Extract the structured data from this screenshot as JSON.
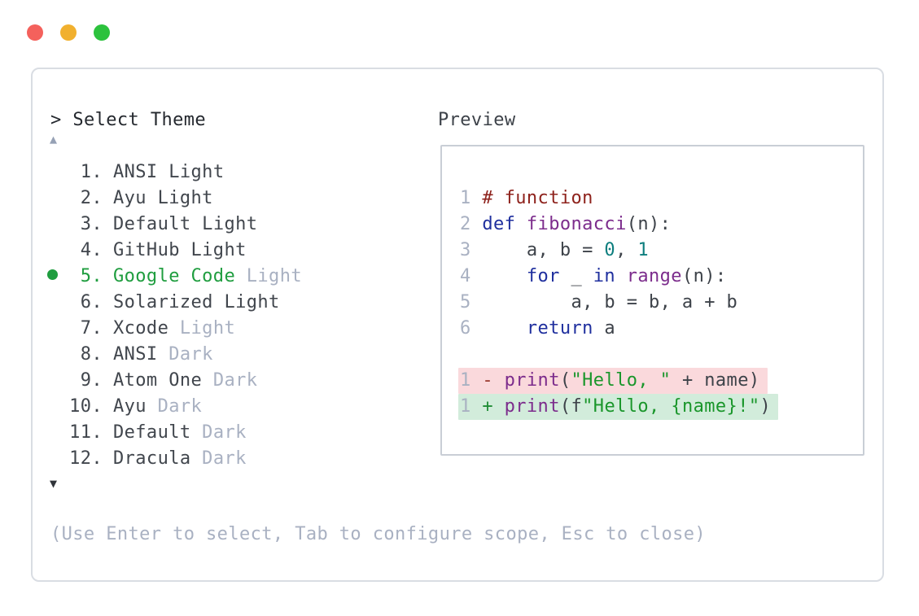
{
  "colors": {
    "traffic_red": "#f4615c",
    "traffic_yellow": "#f1b02e",
    "traffic_green": "#2cc23d",
    "panel_border": "#d9dde3",
    "preview_border": "#c9ced6",
    "prompt_text": "#24282e",
    "item_text": "#41464d",
    "dim_text": "#a9b1c2",
    "selected_green": "#1f9d3f",
    "scroll_up": "#96a1b5",
    "scroll_down": "#30343a",
    "code_plain": "#3d4249",
    "code_comment": "#8e221c",
    "code_keyword": "#1f2f9e",
    "code_function": "#7c2c8c",
    "code_literal": "#0d7e7e",
    "code_string": "#1a962b",
    "line_number": "#a9b1c2",
    "del_mark": "#9b3a2e",
    "add_mark": "#1f8c35",
    "diff_del_bg": "#fad9dc",
    "diff_add_bg": "#d2ecdb"
  },
  "window": {
    "traffic_lights": [
      "close",
      "minimize",
      "maximize"
    ]
  },
  "prompt": {
    "caret": ">",
    "label": "Select Theme"
  },
  "theme_list": {
    "scroll_up_icon": "▲",
    "scroll_down_icon": "▼",
    "items": [
      {
        "num": "1.",
        "name": "ANSI",
        "suffix": "Light",
        "suffix_dim": false,
        "selected": false
      },
      {
        "num": "2.",
        "name": "Ayu",
        "suffix": "Light",
        "suffix_dim": false,
        "selected": false
      },
      {
        "num": "3.",
        "name": "Default",
        "suffix": "Light",
        "suffix_dim": false,
        "selected": false
      },
      {
        "num": "4.",
        "name": "GitHub",
        "suffix": "Light",
        "suffix_dim": false,
        "selected": false
      },
      {
        "num": "5.",
        "name": "Google Code",
        "suffix": "Light",
        "suffix_dim": true,
        "selected": true
      },
      {
        "num": "6.",
        "name": "Solarized",
        "suffix": "Light",
        "suffix_dim": false,
        "selected": false
      },
      {
        "num": "7.",
        "name": "Xcode",
        "suffix": "Light",
        "suffix_dim": true,
        "selected": false
      },
      {
        "num": "8.",
        "name": "ANSI",
        "suffix": "Dark",
        "suffix_dim": true,
        "selected": false
      },
      {
        "num": "9.",
        "name": "Atom One",
        "suffix": "Dark",
        "suffix_dim": true,
        "selected": false
      },
      {
        "num": "10.",
        "name": "Ayu",
        "suffix": "Dark",
        "suffix_dim": true,
        "selected": false
      },
      {
        "num": "11.",
        "name": "Default",
        "suffix": "Dark",
        "suffix_dim": true,
        "selected": false
      },
      {
        "num": "12.",
        "name": "Dracula",
        "suffix": "Dark",
        "suffix_dim": true,
        "selected": false
      }
    ]
  },
  "preview": {
    "title": "Preview",
    "code_lines": [
      {
        "bg": "none",
        "tokens": [
          [
            "num",
            "1"
          ],
          [
            "plain",
            " "
          ],
          [
            "comment",
            "# function"
          ]
        ]
      },
      {
        "bg": "none",
        "tokens": [
          [
            "num",
            "2"
          ],
          [
            "plain",
            " "
          ],
          [
            "keyword",
            "def"
          ],
          [
            "plain",
            " "
          ],
          [
            "function",
            "fibonacci"
          ],
          [
            "plain",
            "(n):"
          ]
        ]
      },
      {
        "bg": "none",
        "tokens": [
          [
            "num",
            "3"
          ],
          [
            "plain",
            "     a, b = "
          ],
          [
            "literal",
            "0"
          ],
          [
            "plain",
            ", "
          ],
          [
            "literal",
            "1"
          ]
        ]
      },
      {
        "bg": "none",
        "tokens": [
          [
            "num",
            "4"
          ],
          [
            "plain",
            "     "
          ],
          [
            "keyword",
            "for"
          ],
          [
            "plain",
            " _ "
          ],
          [
            "keyword",
            "in"
          ],
          [
            "plain",
            " "
          ],
          [
            "function",
            "range"
          ],
          [
            "plain",
            "(n):"
          ]
        ]
      },
      {
        "bg": "none",
        "tokens": [
          [
            "num",
            "5"
          ],
          [
            "plain",
            "         a, b = b, a + b"
          ]
        ]
      },
      {
        "bg": "none",
        "tokens": [
          [
            "num",
            "6"
          ],
          [
            "plain",
            "     "
          ],
          [
            "keyword",
            "return"
          ],
          [
            "plain",
            " a"
          ]
        ]
      },
      {
        "bg": "none",
        "tokens": []
      },
      {
        "bg": "del",
        "tokens": [
          [
            "num",
            "1"
          ],
          [
            "plain",
            " "
          ],
          [
            "del_mark",
            "-"
          ],
          [
            "plain",
            " "
          ],
          [
            "function",
            "print"
          ],
          [
            "plain",
            "("
          ],
          [
            "string",
            "\"Hello, \""
          ],
          [
            "plain",
            " + name)"
          ]
        ]
      },
      {
        "bg": "add",
        "tokens": [
          [
            "num",
            "1"
          ],
          [
            "plain",
            " "
          ],
          [
            "add_mark",
            "+"
          ],
          [
            "plain",
            " "
          ],
          [
            "function",
            "print"
          ],
          [
            "plain",
            "(f"
          ],
          [
            "string",
            "\"Hello, {name}!\""
          ],
          [
            "plain",
            ")"
          ]
        ]
      }
    ]
  },
  "footer": {
    "hint": "(Use Enter to select, Tab to configure scope, Esc to close)"
  }
}
